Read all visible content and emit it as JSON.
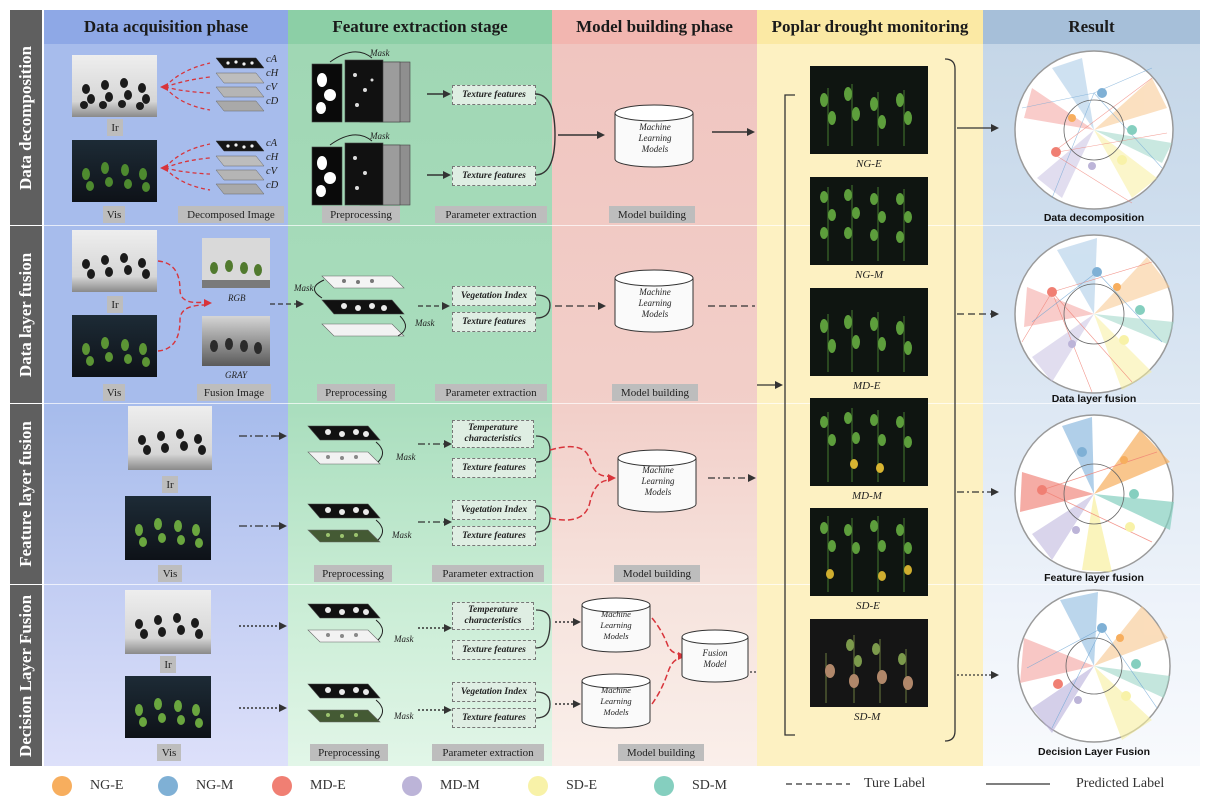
{
  "columns": {
    "acquisition": "Data acquisition phase",
    "extraction": "Feature extraction stage",
    "model": "Model building phase",
    "monitoring": "Poplar drought monitoring",
    "result": "Result"
  },
  "rows": [
    "Data decomposition",
    "Data layer fusion",
    "Feature layer fusion",
    "Decision Layer Fusion"
  ],
  "labels": {
    "ir": "Ir",
    "vis": "Vis",
    "decomposed_image": "Decomposed Image",
    "fusion_image": "Fusion Image",
    "preprocessing": "Preprocessing",
    "parameter_extraction": "Parameter extraction",
    "model_building": "Model building",
    "mask": "Mask",
    "rgb": "RGB",
    "gray": "GRAY",
    "cA": "cA",
    "cH": "cH",
    "cV": "cV",
    "cD": "cD",
    "texture": "Texture features",
    "vegetation": "Vegetation Index",
    "temperature": "Temperature characteristics",
    "ml_models": "Machine Learning Models",
    "fusion_model": "Fusion Model"
  },
  "classes": [
    "NG-E",
    "NG-M",
    "MD-E",
    "MD-M",
    "SD-E",
    "SD-M"
  ],
  "results": [
    "Data decomposition",
    "Data layer fusion",
    "Feature layer fusion",
    "Decision Layer Fusion"
  ],
  "legend": {
    "items": [
      {
        "label": "NG-E",
        "color": "#f7ae5e"
      },
      {
        "label": "NG-M",
        "color": "#7fb0d5"
      },
      {
        "label": "MD-E",
        "color": "#f07f73"
      },
      {
        "label": "MD-M",
        "color": "#bcb4d8"
      },
      {
        "label": "SD-E",
        "color": "#f8f2a8"
      },
      {
        "label": "SD-M",
        "color": "#85cfbf"
      }
    ],
    "true_label": "Ture Label",
    "predicted_label": "Predicted Label"
  },
  "colors": {
    "acquisition_bg": "#a7bcec",
    "extraction_bg": "#a9dcbb",
    "model_bg": "#f0c9c3",
    "monitoring_bg": "#fdf2c6",
    "result_bg": "#c3d5e6",
    "arrow_red": "#d8343b"
  }
}
